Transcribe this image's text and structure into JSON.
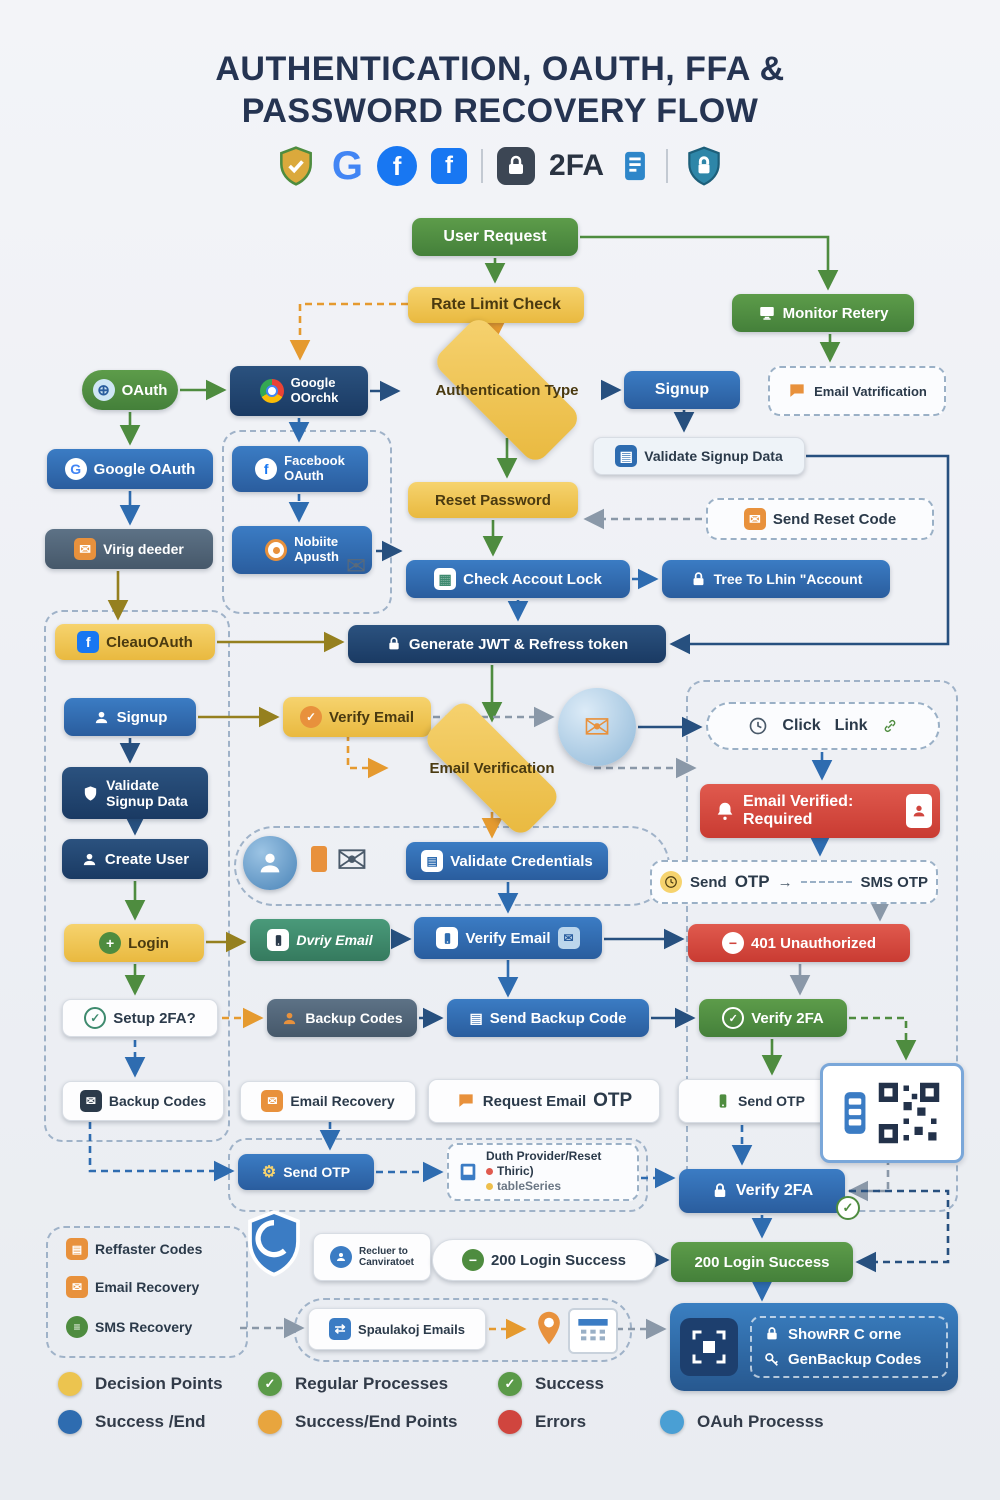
{
  "title": {
    "line1": "AUTHENTICATION, OAUTH, FFA &",
    "line2": "PASSWORD RECOVERY FLOW"
  },
  "header": {
    "twofa_label": "2FA"
  },
  "icons": {
    "mail": "✉",
    "gear": "⚙",
    "check": "✓",
    "globe": "⊕",
    "grid": "▦",
    "plus": "+",
    "menu": "≡",
    "lines": "▤",
    "swap": "⇄",
    "minus": "−",
    "arrow_right": "→",
    "g_letter": "G",
    "f_letter": "f",
    "dot": "●"
  },
  "nodes": {
    "user_request": {
      "label": "User Request"
    },
    "rate_limit": {
      "label": "Rate Limit Check"
    },
    "monitor_retery": {
      "label": "Monitor Retery"
    },
    "email_vatrification": {
      "label": "Email Vatrification"
    },
    "oauth": {
      "label": "OAuth"
    },
    "google_oorchk": {
      "line1": "Google",
      "line2": "OOrchk"
    },
    "auth_type": {
      "label": "Authentication Type"
    },
    "signup_top": {
      "label": "Signup"
    },
    "validate_signup_top": {
      "label": "Validate Signup Data"
    },
    "google_oauth": {
      "label": "Google OAuth"
    },
    "facebook_oauth": {
      "line1": "Facebook",
      "line2": "OAuth"
    },
    "reset_password": {
      "label": "Reset Password"
    },
    "send_reset_code": {
      "label": "Send Reset Code"
    },
    "virig_deeder": {
      "label": "Virig deeder"
    },
    "nobiite_apusth": {
      "line1": "Nobiite",
      "line2": "Apusth"
    },
    "check_account_lock": {
      "label": "Check Accout Lock"
    },
    "tree_to_lhin": {
      "label": "Tree To Lhin \"Account"
    },
    "cleau_oauth": {
      "label": "CleauOAuth"
    },
    "generate_jwt": {
      "label": "Generate JWT & Refress token"
    },
    "signup_left": {
      "label": "Signup"
    },
    "verify_email_yellow": {
      "label": "Verify Email"
    },
    "click_link": {
      "word1": "Click",
      "word2": "Link"
    },
    "email_verification": {
      "label": "Email Verification"
    },
    "email_verified_required": {
      "line1": "Email Verified:",
      "line2": "Required"
    },
    "validate_signup_left": {
      "line1": "Validate",
      "line2": "Signup Data"
    },
    "create_user": {
      "label": "Create User"
    },
    "validate_credentials": {
      "label": "Validate Credentials"
    },
    "send_otp_sms": {
      "word1": "Send",
      "word2": "OTP",
      "word3": "SMS OTP"
    },
    "login": {
      "label": "Login"
    },
    "dvriy_email": {
      "label": "Dvriy Email"
    },
    "verify_email_blue": {
      "label": "Verify Email"
    },
    "unauthorized_401": {
      "label": "401 Unauthorized"
    },
    "setup_2fa": {
      "label": "Setup 2FA?"
    },
    "backup_codes_slate": {
      "label": "Backup Codes"
    },
    "send_backup_code": {
      "label": "Send Backup Code"
    },
    "verify_2fa_green": {
      "label": "Verify 2FA"
    },
    "backup_codes_white": {
      "label": "Backup Codes"
    },
    "email_recovery_mid": {
      "label": "Email Recovery"
    },
    "request_email_otp": {
      "word1": "Request Email",
      "word2": "OTP"
    },
    "send_otp_white": {
      "label": "Send OTP"
    },
    "send_otp_blue": {
      "label": "Send OTP"
    },
    "duth_provider": {
      "line1": "Duth Provider/Reset",
      "line2": "Thiric)",
      "line3": "tableSeries"
    },
    "verify_2fa_blue": {
      "label": "Verify 2FA"
    },
    "recluer": {
      "line1": "Recluer to",
      "line2": "Canviratoet"
    },
    "login_success_white": {
      "label": "200 Login Success"
    },
    "login_success_green": {
      "label": "200 Login Success"
    },
    "reffaster_codes": {
      "label": "Reffaster Codes"
    },
    "email_recovery_bottom": {
      "label": "Email Recovery"
    },
    "sms_recovery": {
      "label": "SMS Recovery"
    },
    "spaulakoj_emails": {
      "label": "Spaulakoj Emails"
    },
    "showrr": {
      "label": "ShowRR C orne"
    },
    "genbackup": {
      "label": "GenBackup Codes"
    }
  },
  "legend": {
    "items": [
      {
        "label": "Decision Points",
        "color": "#ecc44f"
      },
      {
        "label": "Regular Processes",
        "color": "#5a9a48"
      },
      {
        "label": "Success",
        "color": "#5a9a48"
      },
      {
        "label": "Success /End",
        "color": "#2e6cb0"
      },
      {
        "label": "Success/End Points",
        "color": "#e8a53e"
      },
      {
        "label": "Errors",
        "color": "#d0453e"
      },
      {
        "label": "OAuh Processs",
        "color": "#4a9fd4"
      }
    ]
  },
  "colors": {
    "green": "#4e8c3f",
    "blue": "#2e6cb0",
    "navy": "#1d3f6e",
    "yellow": "#eebf4d",
    "red": "#d0453e",
    "teal": "#3e8a6e",
    "orange": "#e8913c"
  }
}
